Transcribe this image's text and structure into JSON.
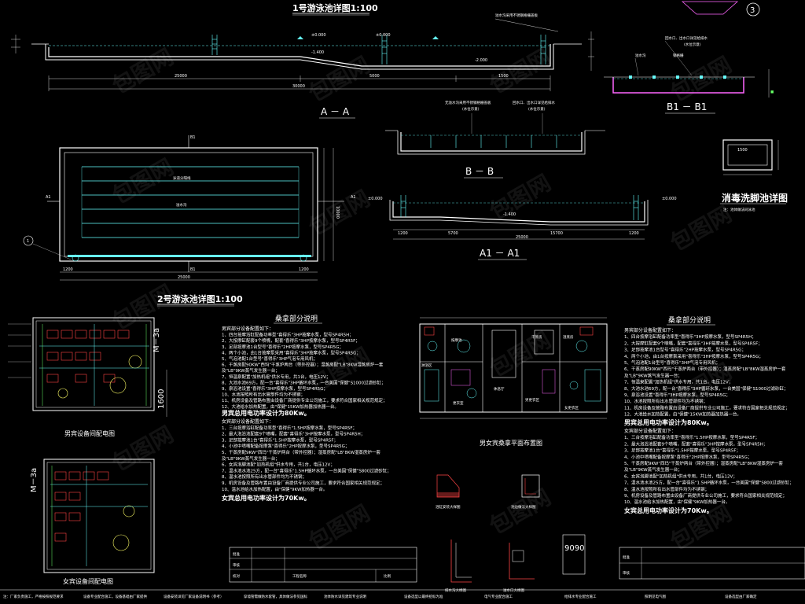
{
  "titles": {
    "pool1": "1号游泳池详图1:100",
    "pool2": "2号游泳池详图1:100",
    "sauna_left": "桑拿部分说明",
    "sauna_right": "桑拿部分说明",
    "section_aa": "A － A",
    "section_bb": "B － B",
    "section_b1b1": "B1 － B1",
    "section_a1a1": "A1 － A1",
    "disinfect": "消毒洗脚池详图",
    "disinfect_sub": "注：池体做法同泳池",
    "male_room": "男宾设备间配电图",
    "female_room": "女宾设备间配电图",
    "plan": "男女宾桑拿平面布置图",
    "m3a_top": "M－3a",
    "m3a_bottom": "M－3a"
  },
  "pool1_dims": {
    "seg1": "25000",
    "seg2": "5000",
    "seg3": "1500",
    "total": "30000",
    "lvl_left": "±0.000",
    "lvl_mid": "-1.400",
    "lvl_right": "±0.000",
    "lvl_drop": "-2.000",
    "note_top": "溢水沟采用不锈钢格栅盖板"
  },
  "pool_plan": {
    "label_a1_left": "A1",
    "label_a1_right": "A1",
    "label_b1_top": "B1",
    "label_b1_bottom": "B1",
    "lane1": "泳道分隔线",
    "lane2": "溢水沟",
    "width_left": "1200",
    "width_main": "25000",
    "width_right": "1200",
    "height": "10000",
    "circle_num": "1"
  },
  "section_bb_labels": {
    "left_note": "无溢水沟采用不锈钢格栅盖板",
    "left_sub": "(水位示意)",
    "right_note": "回水口、出水口详见给排水",
    "right_sub": "(水位示意)"
  },
  "section_a1": {
    "seg1": "1200",
    "seg2": "5700",
    "seg3": "15700",
    "seg4": "1200",
    "total": "25000",
    "lvl_left": "±0.000",
    "lvl_mid": "-1.400",
    "lvl_right": "±0.000"
  },
  "b1_labels": {
    "note1": "回水口、出水口详见给排水",
    "note2": "(水位示意)",
    "note3": "溢水沟",
    "note4": "钢格栅"
  },
  "circle_label": "3",
  "sauna_notes_left": [
    "男宾部分设备配置如下：",
    "1、四台按摩浴缸配备功率型\"喜得乐\"3HP按摩水泵，型号SP4R5H；",
    "2、大按摩缸配套9个喷嘴，配套\"喜得乐\"3HP按摩水泵，型号SP4R5F；",
    "3、足部按摩池1台型号\"喜得乐\"2HP按摩水泵，型号SP4R5G；",
    "4、两个小池，由1台按摩泵采用\"喜得乐\"3HP按摩水泵，型号SP4R5G；",
    "5、气泡池配1台型号\"喜得乐\"3HP气泡专用风机；",
    "6、干蒸房配90KW\"西玛\"干蒸炉两台（带外控器）；湿蒸房配\"LB\"8KW湿蒸房炉一套",
    "   及\"LB\"9KW蒸气发生器一台；",
    "7、恒温泉配置\"加热机组\"供水专用，共1台，电压12V；",
    "8、大池水池69方，配一台\"喜得乐\"3HP循环水泵，一台美国\"保健\"S1000过滤砂缸；",
    "9、泉浴池设置\"喜得乐\"3HP按摩水泵，型号SP4R5G；",
    "10、水池按照所有出水管部件均为不锈钢；",
    "11、机房设备及管路布置由设备厂商提供专业公司施工，要求符合国家相关规范规定；",
    "12、大池给水加热配置，由\"保健\"15KW加热器加热器一台。"
  ],
  "sauna_total_male": "男宾总用电功率设计为80Kw。",
  "sauna_notes_female": [
    "女宾部分设备配置如下：",
    "1、三台按摩浴缸配备功率型\"喜得乐\"1.5HP按摩水泵，型号SP4R5F；",
    "2、最大泡浴池配套9个喷嘴，配套\"喜得乐\"3HP按摩水泵，型号SP4R5H；",
    "3、足部按摩池1台\"喜得乐\"1.5HP按摩水泵，型号SP4R5F；",
    "4、小池中喷嘴配备按摩泵\"喜得乐\"2HP按摩水泵，型号SP4R5G；",
    "5、干蒸房配9KW\"西玛\"干蒸炉两台（带外控器）；湿蒸房配\"LB\"8KW湿蒸房炉一套",
    "   及\"LB\"9KW蒸气发生器一台；",
    "6、女宾泡脚池配\"加热机组\"供水专用，共1台，电压12V；",
    "7、温水池水池25方，配一台\"喜得乐\"1.5HP循环水泵，一台美国\"保健\"S800过滤砂缸；",
    "8、温水池按照所有出水管部件均为不锈钢；",
    "9、机房设备及管路布置由设备厂商提供专业公司施工，要求符合国家相关规范规定；",
    "10、温水池给水加热配置，由\"保健\"9KW加热器一台。"
  ],
  "sauna_total_female": "女宾总用电功率设计为70Kw。",
  "plan_rooms": [
    "按摩池",
    "淋浴区",
    "更衣室",
    "休息厅",
    "男更衣区",
    "干蒸房",
    "湿蒸房",
    "女更衣区"
  ],
  "detail_captions": [
    "浴缸安装大样图",
    "池边做法大样图",
    "排水沟大样图",
    "溢水口大样图"
  ],
  "title_block": {
    "row1": "批准",
    "row2": "审核",
    "row3": "校对",
    "project": "工程名称",
    "ratio": "比例"
  },
  "rb_title_block": {
    "row1": "批准",
    "row2": "审核"
  },
  "bottom_notes": [
    "注：厂家负责施工，严格按照规范要求",
    "设备专业配合施工，设备基础由厂家提供",
    "设备安装详见厂家设备说明书（参考）",
    "穿墙管需做防水套管，具体做法参见国标",
    "池体防水详见建筑专业说明",
    "设备选型以最终招标为准",
    "电气专业配合施工",
    "给排水专业配合施工",
    "照明见电气图",
    "设备选型由厂家确定"
  ],
  "watermark": "包图网",
  "dim_1600": "1600",
  "dim_9090": "9090"
}
